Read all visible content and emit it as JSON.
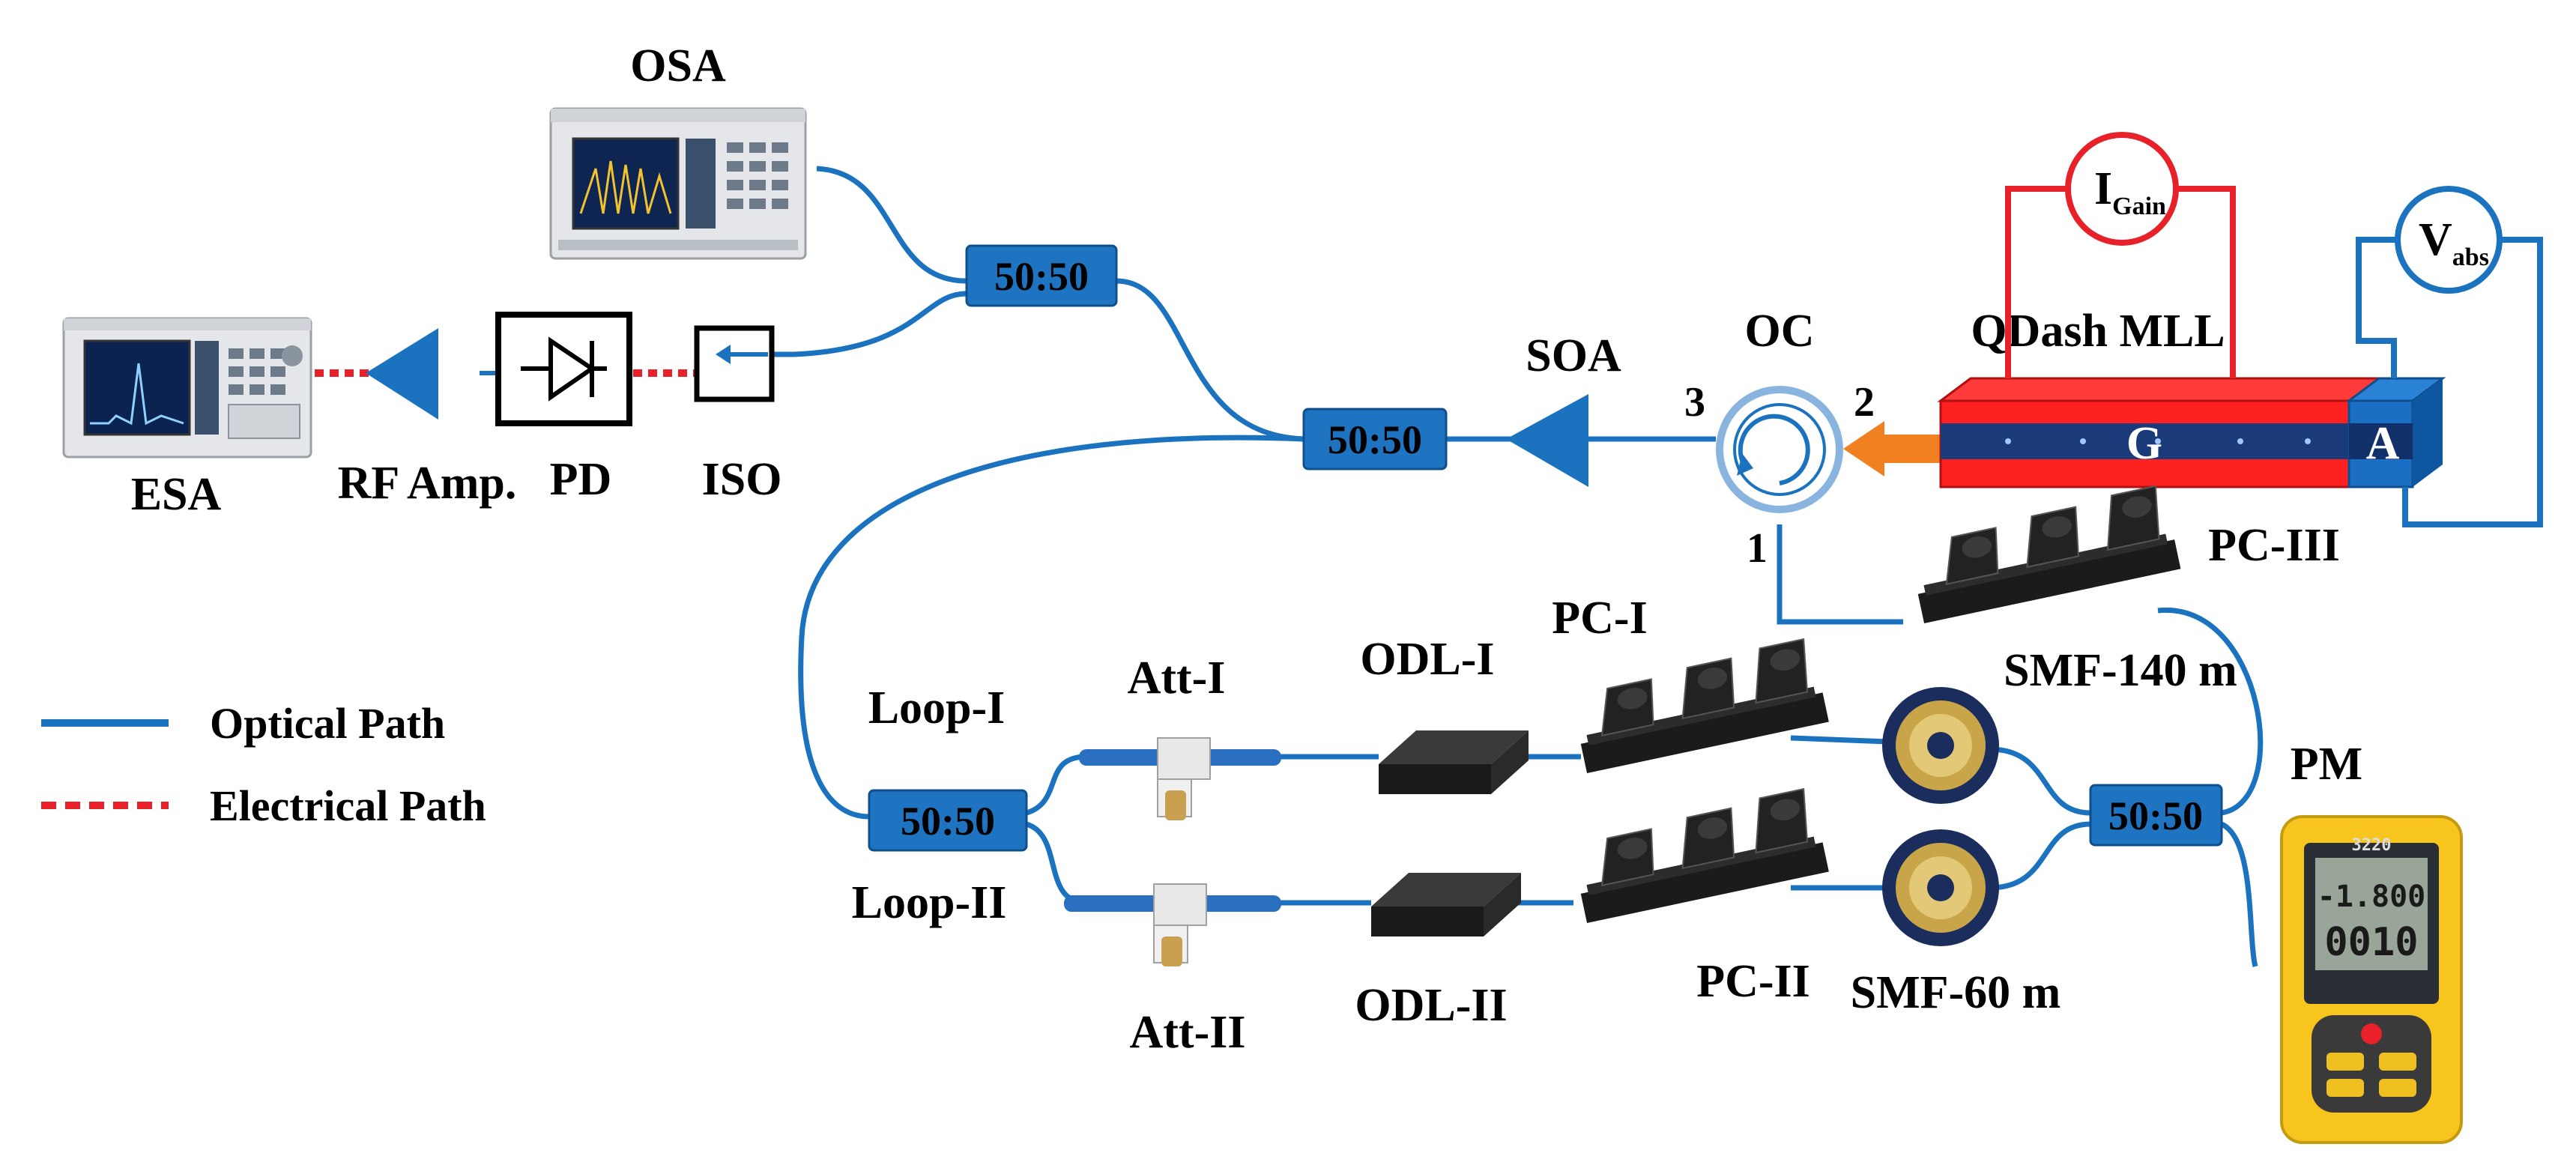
{
  "colors": {
    "optical": "#1b73c0",
    "electrical": "#e8202a",
    "coupler": "#1f74c1",
    "laser_red": "#ff2020",
    "laser_blue": "#1a64b4",
    "pump_arrow": "#f08020",
    "pm_yellow": "#f7c51e"
  },
  "labels": {
    "osa": "OSA",
    "esa": "ESA",
    "rf_amp": "RF Amp.",
    "pd": "PD",
    "iso": "ISO",
    "soa": "SOA",
    "oc": "OC",
    "port1": "1",
    "port2": "2",
    "port3": "3",
    "qdash_mll": "QDash MLL",
    "section_g": "G",
    "section_a": "A",
    "i_gain_main": "I",
    "i_gain_sub": "Gain",
    "v_abs_main": "V",
    "v_abs_sub": "abs",
    "pc_i": "PC-I",
    "pc_ii": "PC-II",
    "pc_iii": "PC-III",
    "smf_140": "SMF-140 m",
    "smf_60": "SMF-60 m",
    "pm": "PM",
    "loop_i": "Loop-I",
    "loop_ii": "Loop-II",
    "att_i": "Att-I",
    "att_ii": "Att-II",
    "odl_i": "ODL-I",
    "odl_ii": "ODL-II"
  },
  "couplers": {
    "top": "50:50",
    "middle": "50:50",
    "loop": "50:50",
    "pm": "50:50"
  },
  "legend": {
    "optical": "Optical Path",
    "electrical": "Electrical Path"
  },
  "pm_display": {
    "top": "3220",
    "line1": "-1.800",
    "line2": "0010"
  }
}
